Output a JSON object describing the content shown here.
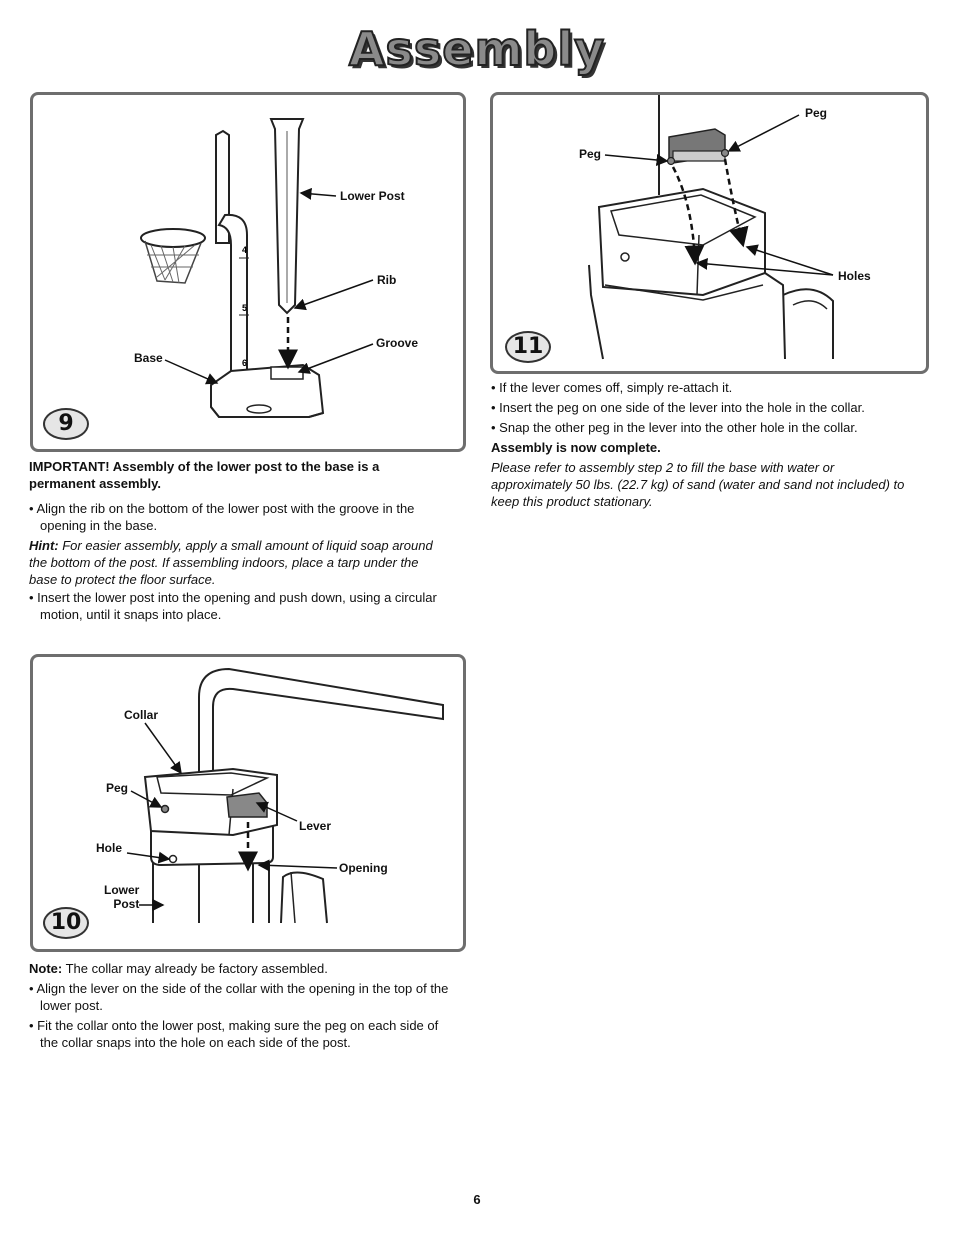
{
  "page_title": "Assembly",
  "page_number": "6",
  "step9": {
    "number": "9",
    "labels": {
      "lower_post": "Lower Post",
      "rib": "Rib",
      "groove": "Groove",
      "base": "Base",
      "mark4": "4",
      "mark5": "5",
      "mark6": "6"
    },
    "important": "IMPORTANT! Assembly of the lower post to the base is a permanent assembly.",
    "bullet1": "Align the rib on the bottom of the lower post with the groove in the opening in the base.",
    "hint_label": "Hint:",
    "hint_text": " For easier assembly, apply a small amount of liquid soap around the bottom of the post. If assembling indoors, place a tarp under the base to protect the floor surface.",
    "bullet2": "Insert the lower post into the opening and push down, using a circular motion, until it snaps into place."
  },
  "step10": {
    "number": "10",
    "labels": {
      "collar": "Collar",
      "peg": "Peg",
      "lever": "Lever",
      "hole": "Hole",
      "opening": "Opening",
      "lower_post": "Lower\nPost"
    },
    "note_label": "Note:",
    "note_text": " The collar may already be factory assembled.",
    "bullet1": "Align the lever on the side of the collar with the opening in the top of the lower post.",
    "bullet2": "Fit the collar onto the lower post, making sure the peg on each side of the collar snaps into the hole on each side of the post."
  },
  "step11": {
    "number": "11",
    "labels": {
      "peg_left": "Peg",
      "peg_right": "Peg",
      "holes": "Holes"
    },
    "bullet1": "If the lever comes off, simply re-attach it.",
    "bullet2": "Insert the peg on one side of the lever into the hole in the collar.",
    "bullet3": "Snap the other peg in the lever into the other hole in the collar.",
    "complete": "Assembly is now complete.",
    "note": "Please refer to assembly step 2 to fill the base with water or approximately 50 lbs. (22.7 kg) of sand (water and sand not included) to keep this product stationary."
  }
}
